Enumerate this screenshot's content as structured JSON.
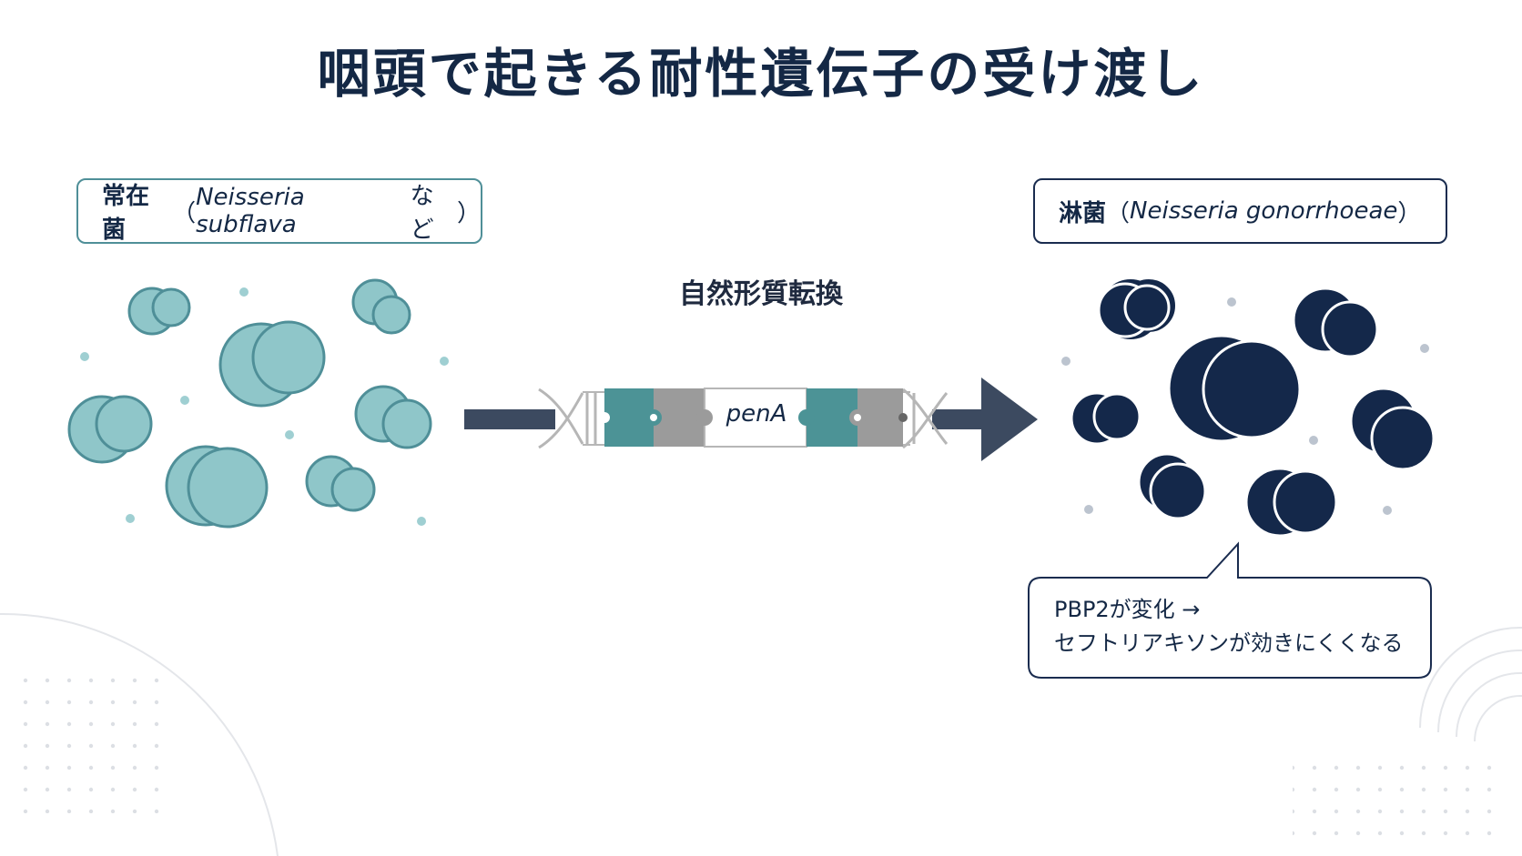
{
  "title": "咽頭で起きる耐性遺伝子の受け渡し",
  "left_label": {
    "ja": "常在菌",
    "open": "（",
    "sci": "Neisseria subflava",
    "ja_after": " など",
    "close": "）"
  },
  "right_label": {
    "ja": "淋菌",
    "open": "（",
    "sci": "Neisseria gonorrhoeae",
    "close": "）"
  },
  "process_label": "自然形質転換",
  "gene_label": "penA",
  "callout": {
    "line1": "PBP2が変化 →",
    "line2": "セフトリアキソンが効きにくくなる"
  },
  "colors": {
    "commensal_fill": "#8fc6c9",
    "commensal_stroke": "#4f8f98",
    "gonococcus_fill": "#14284a",
    "arrow": "#3c4a60",
    "gene_teal": "#4c9396",
    "gene_gray": "#9b9b9b"
  },
  "icons": [
    "commensal-diplococcus-icon",
    "gonococcus-diplococcus-icon",
    "dna-cassette-icon",
    "arrow-right-icon",
    "speech-callout-icon"
  ]
}
